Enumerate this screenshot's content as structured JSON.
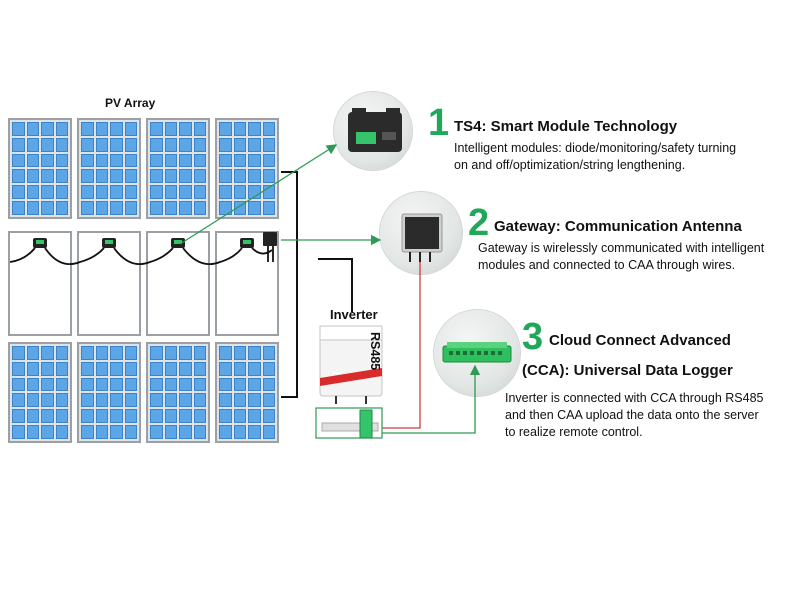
{
  "pv_array": {
    "title": "PV Array"
  },
  "inverter": {
    "label": "Inverter",
    "link_label": "RS485"
  },
  "sections": [
    {
      "number": "1",
      "heading": "TS4: Smart Module Technology",
      "desc_lines": [
        "Intelligent modules: diode/monitoring/safety turning",
        "on and off/optimization/string lengthening."
      ]
    },
    {
      "number": "2",
      "heading": "Gateway: Communication Antenna",
      "desc_lines": [
        "Gateway is wirelessly communicated with intelligent",
        "modules and connected to CAA through wires."
      ]
    },
    {
      "number": "3",
      "heading_lines": [
        "Cloud Connect Advanced",
        "(CCA): Universal Data Logger"
      ],
      "desc_lines": [
        "Inverter is connected with CCA through RS485",
        "and then CAA upload the data onto the server",
        "to realize remote control."
      ]
    }
  ],
  "colors": {
    "accent_green": "#1fa85a",
    "cell_blue": "#5aa6e6",
    "rs485_red": "#d23b3b",
    "arrow_green": "#2e9a55"
  },
  "icons": [
    "ts4-module-icon",
    "gateway-icon",
    "cca-logger-icon",
    "inverter-icon"
  ]
}
